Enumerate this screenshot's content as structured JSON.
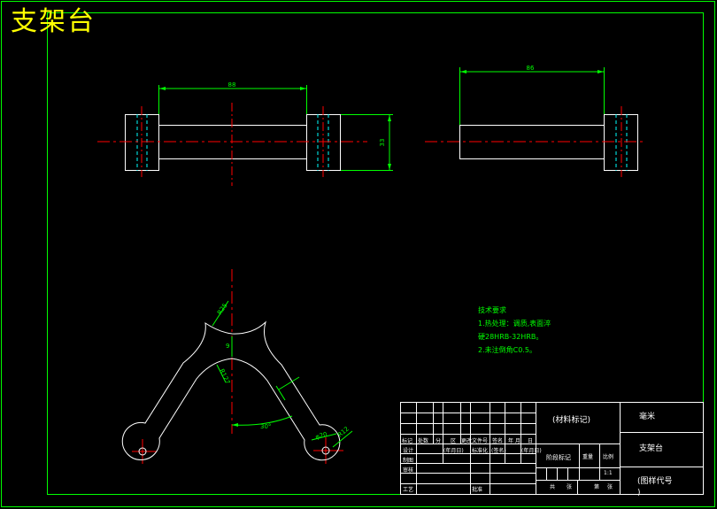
{
  "drawing": {
    "title": "支架台",
    "dimensions": {
      "top_left_length": "88",
      "top_right_length": "86",
      "height": "33",
      "radius_top": "R25",
      "radius_inner": "R127",
      "gap": "9",
      "angle": "30°",
      "hole_diameter": "φ20",
      "radius_end": "R12"
    },
    "tech_requirements": {
      "heading": "技术要求",
      "line1": "1.热处理：调质,表面淬",
      "line2": "硬28HRB-32HRB。",
      "line3": "2.未注倒角C0.5。"
    }
  },
  "title_block": {
    "material": "(材料标记)",
    "unit": "毫米",
    "part_name": "支架台",
    "drawing_no": "(图样代号",
    "drawing_no_cont": ")",
    "header_cells": [
      "标记",
      "处数",
      "分",
      "区",
      "更改文件号",
      "签名",
      "年",
      "月",
      "日"
    ],
    "designer": "设计",
    "std_label": "标准化",
    "sign_date": "(年月日)",
    "sign": "(签名)",
    "date2": "(年月日)",
    "checker": "审核",
    "process": "工艺",
    "approve": "批准",
    "stage_mark": "阶段标记",
    "weight": "重量",
    "scale_label": "比例",
    "scale": "1:1",
    "total": "共",
    "sheets": "张",
    "page": "第",
    "page_sheet": "张",
    "drawing_check": "制图"
  },
  "colors": {
    "outline": "#ffffff",
    "center": "#ff0000",
    "dimension": "#00ff00",
    "hidden": "#00ffff",
    "title": "#ffff00"
  }
}
